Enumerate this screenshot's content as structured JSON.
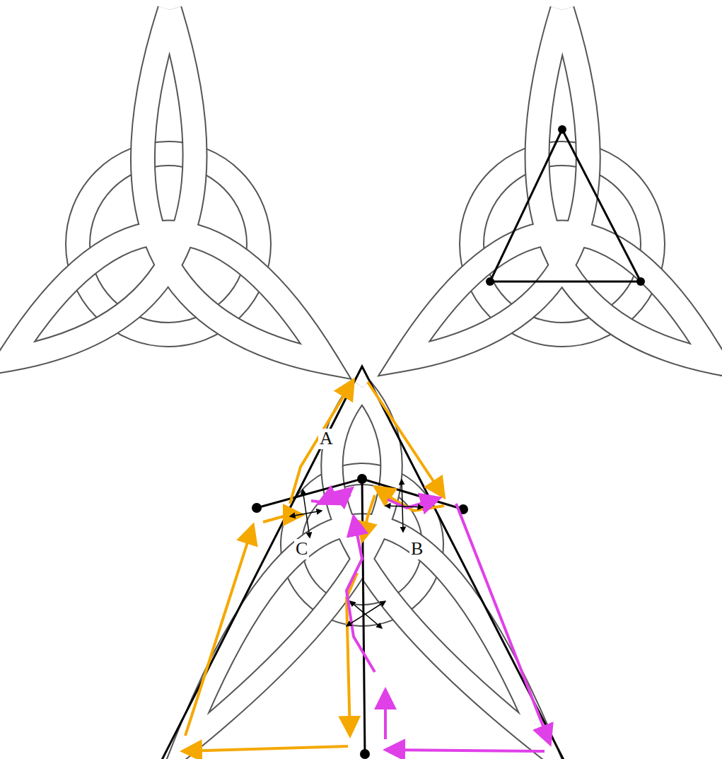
{
  "diagram": {
    "labels": [
      "A",
      "C",
      "B"
    ]
  }
}
